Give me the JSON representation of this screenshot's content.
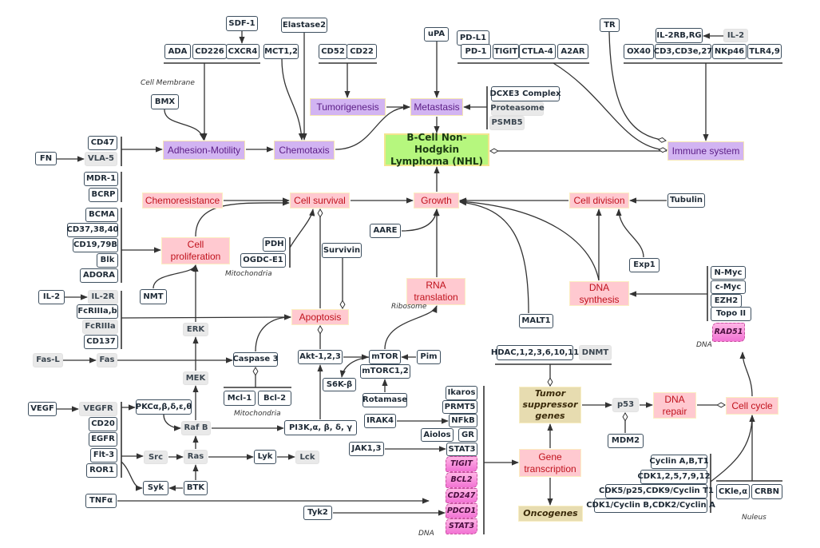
{
  "title": "B-Cell Non-Hodgkin Lymphoma (NHL)",
  "colors": {
    "process": "#d2b4f2",
    "phenotype": "#ffc9d0",
    "gene_class": "#e7dcb0",
    "disease": "#b6f77e",
    "dna": "#f272d4",
    "line": "#333333"
  },
  "labels": {
    "cell_membrane": "Cell Membrane",
    "mitochondria_1": "Mitochondria",
    "mitochondria_2": "Mitochondria",
    "ribosome": "Ribosome",
    "dna_1": "DNA",
    "dna_2": "DNA",
    "nucleus": "Nuleus"
  },
  "nodes": {
    "sdf1": "SDF-1",
    "ada": "ADA",
    "cd226": "CD226",
    "cxcr4": "CXCR4",
    "mct12": "MCT1,2",
    "elastase2": "Elastase2",
    "cd52": "CD52",
    "cd22": "CD22",
    "upa": "uPA",
    "pdl1": "PD-L1",
    "pd1": "PD-1",
    "tigit_top": "TIGIT",
    "ctla4": "CTLA-4",
    "a2ar": "A2AR",
    "tr": "TR",
    "il2rbrg": "IL-2RB,RG",
    "il2_top": "IL-2",
    "ox40": "OX40",
    "cd3": "CD3,CD3e,27",
    "nkp46": "NKp46",
    "tlr49": "TLR4,9",
    "bmx": "BMX",
    "tumorigenesis": "Tumorigenesis",
    "metastasis": "Metastasis",
    "dcxe3": "DCXE3 Complex",
    "proteasome": "Proteasome",
    "psmb5": "PSMB5",
    "cd47": "CD47",
    "fn": "FN",
    "vla5": "VLA-5",
    "adhesion": "Adhesion-Motility",
    "chemotaxis": "Chemotaxis",
    "nhl": "B-Cell Non-Hodgkin Lymphoma (NHL)",
    "immune": "Immune system",
    "mdr1": "MDR-1",
    "bcrp": "BCRP",
    "chemoresistance": "Chemoresistance",
    "cell_survival": "Cell survival",
    "growth": "Growth",
    "cell_division": "Cell division",
    "tubulin": "Tubulin",
    "bcma": "BCMA",
    "cd3738": "CD37,38,40",
    "cd1979": "CD19,79B",
    "blk": "Blk",
    "adora": "ADORA",
    "cell_prolif": "Cell proliferation",
    "pdh": "PDH",
    "ogdc": "OGDC-E1",
    "aare": "AARE",
    "survivin": "Survivin",
    "exp1": "Exp1",
    "nmyc": "N-Myc",
    "cmyc": "c-Myc",
    "ezh2": "EZH2",
    "topo2": "Topo II",
    "rad51": "RAD51",
    "il2_left": "IL-2",
    "il2r": "IL-2R",
    "fcr3ab": "FcRIIIa,b",
    "fcr3a": "FcRIIIa",
    "cd137": "CD137",
    "nmt": "NMT",
    "rna_translation": "RNA translation",
    "dna_synthesis": "DNA synthesis",
    "malt1": "MALT1",
    "erk": "ERK",
    "apoptosis": "Apoptosis",
    "fasl": "Fas-L",
    "fas": "Fas",
    "caspase3": "Caspase 3",
    "akt": "Akt-1,2,3",
    "mtor": "mTOR",
    "pim": "Pim",
    "mtorc": "mTORC1,2",
    "s6k": "S6K-β",
    "hdac": "HDAC,1,2,3,6,10,11",
    "dnmt": "DNMT",
    "mek": "MEK",
    "mcl1": "Mcl-1",
    "bcl2_mito": "Bcl-2",
    "ikaros": "Ikaros",
    "prmt5": "PRMT5",
    "rotamase": "Rotamase",
    "tumor_supp": "Tumor suppressor genes",
    "p53": "p53",
    "dna_repair": "DNA repair",
    "cell_cycle": "Cell cycle",
    "vegf": "VEGF",
    "vegfr": "VEGFR",
    "pkc": "PKCα,β,δ,ε,θ",
    "rafb": "Raf B",
    "pi3k": "PI3K,α,  β,  δ,  γ",
    "irak4": "IRAK4",
    "nfkb": "NFkB",
    "aiolos": "Aiolos",
    "gr": "GR",
    "mdm2": "MDM2",
    "cd20": "CD20",
    "egfr": "EGFR",
    "flt3": "Flt-3",
    "ror1": "ROR1",
    "src": "Src",
    "ras": "Ras",
    "lyk": "Lyk",
    "lck": "Lck",
    "jak13": "JAK1,3",
    "stat3": "STAT3",
    "gene_transcription": "Gene transcription",
    "syk": "Syk",
    "btk": "BTK",
    "tnfa": "TNFα",
    "tyk2": "Tyk2",
    "oncogenes": "Oncogenes",
    "cyclin_abt1": "Cyclin A,B,T1",
    "cdk12579": "CDK1,2,5,7,9,12",
    "cdk5p25": "CDK5/p25,CDK9/Cyclin T1",
    "cdk1cycb": "CDK1/Cyclin B,CDK2/Cyclin A",
    "ckle": "CKle,α",
    "crbn": "CRBN",
    "dna_tigit": "TIGIT",
    "dna_bcl2": "BCL2",
    "dna_cd247": "CD247",
    "dna_pdcd1": "PDCD1",
    "dna_stat3": "STAT3"
  }
}
